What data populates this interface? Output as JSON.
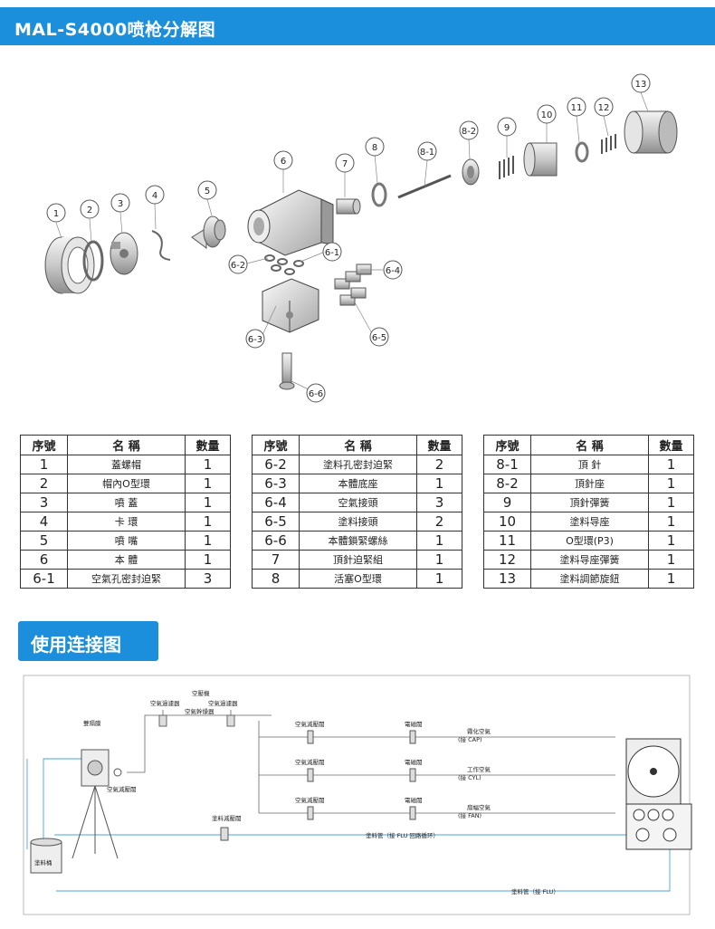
{
  "header": {
    "title": "MAL-S4000喷枪分解图"
  },
  "exploded": {
    "callouts": [
      "1",
      "2",
      "3",
      "4",
      "5",
      "6",
      "6-1",
      "6-2",
      "6-3",
      "6-4",
      "6-5",
      "6-6",
      "7",
      "8",
      "8-1",
      "8-2",
      "9",
      "10",
      "11",
      "12",
      "13"
    ]
  },
  "parts_tables": {
    "headers": {
      "no": "序號",
      "name": "名  稱",
      "qty": "數量"
    },
    "table1": [
      {
        "no": "1",
        "name": "蓋螺帽",
        "qty": "1"
      },
      {
        "no": "2",
        "name": "帽內O型環",
        "qty": "1"
      },
      {
        "no": "3",
        "name": "噴  蓋",
        "qty": "1"
      },
      {
        "no": "4",
        "name": "卡  環",
        "qty": "1"
      },
      {
        "no": "5",
        "name": "噴  嘴",
        "qty": "1"
      },
      {
        "no": "6",
        "name": "本  體",
        "qty": "1"
      },
      {
        "no": "6-1",
        "name": "空氣孔密封迫緊",
        "qty": "3"
      }
    ],
    "table2": [
      {
        "no": "6-2",
        "name": "塗料孔密封迫緊",
        "qty": "2"
      },
      {
        "no": "6-3",
        "name": "本體底座",
        "qty": "1"
      },
      {
        "no": "6-4",
        "name": "空氣接頭",
        "qty": "3"
      },
      {
        "no": "6-5",
        "name": "塗料接頭",
        "qty": "2"
      },
      {
        "no": "6-6",
        "name": "本體鎖緊螺絲",
        "qty": "1"
      },
      {
        "no": "7",
        "name": "頂針迫緊組",
        "qty": "1"
      },
      {
        "no": "8",
        "name": "活塞O型環",
        "qty": "1"
      }
    ],
    "table3": [
      {
        "no": "8-1",
        "name": "頂  針",
        "qty": "1"
      },
      {
        "no": "8-2",
        "name": "頂針座",
        "qty": "1"
      },
      {
        "no": "9",
        "name": "頂針彈簧",
        "qty": "1"
      },
      {
        "no": "10",
        "name": "塗料导座",
        "qty": "1"
      },
      {
        "no": "11",
        "name": "O型環(P3)",
        "qty": "1"
      },
      {
        "no": "12",
        "name": "塗料导座彈簧",
        "qty": "1"
      },
      {
        "no": "13",
        "name": "塗料調節旋鈕",
        "qty": "1"
      }
    ]
  },
  "connection": {
    "section_title": "使用连接图",
    "labels": {
      "compressor": "空壓機",
      "air_filter_1": "空氣過濾器",
      "air_filter_2": "空氣過濾器",
      "air_dryer": "空氣幹燥器",
      "diaphragm": "雙隔膜",
      "air_regulator_main": "空氣減壓閥",
      "air_reg_1": "空氣減壓閥",
      "air_reg_2": "空氣減壓閥",
      "air_reg_3": "空氣減壓閥",
      "solenoid_1": "電磁閥",
      "solenoid_2": "電磁閥",
      "solenoid_3": "電磁閥",
      "atomize_air": "霧化空氣",
      "atomize_port": "(接 CAP)",
      "work_air": "工作空氣",
      "work_port": "(接 CYL)",
      "fan_air": "扇幅空氣",
      "fan_port": "(接 FAN)",
      "paint_regulator": "塗料減壓閥",
      "paint_return": "塗料管（接 FLU 回路循环）",
      "paint_tank": "塗料桶",
      "paint_pipe": "塗料管（接 FLU）"
    }
  }
}
